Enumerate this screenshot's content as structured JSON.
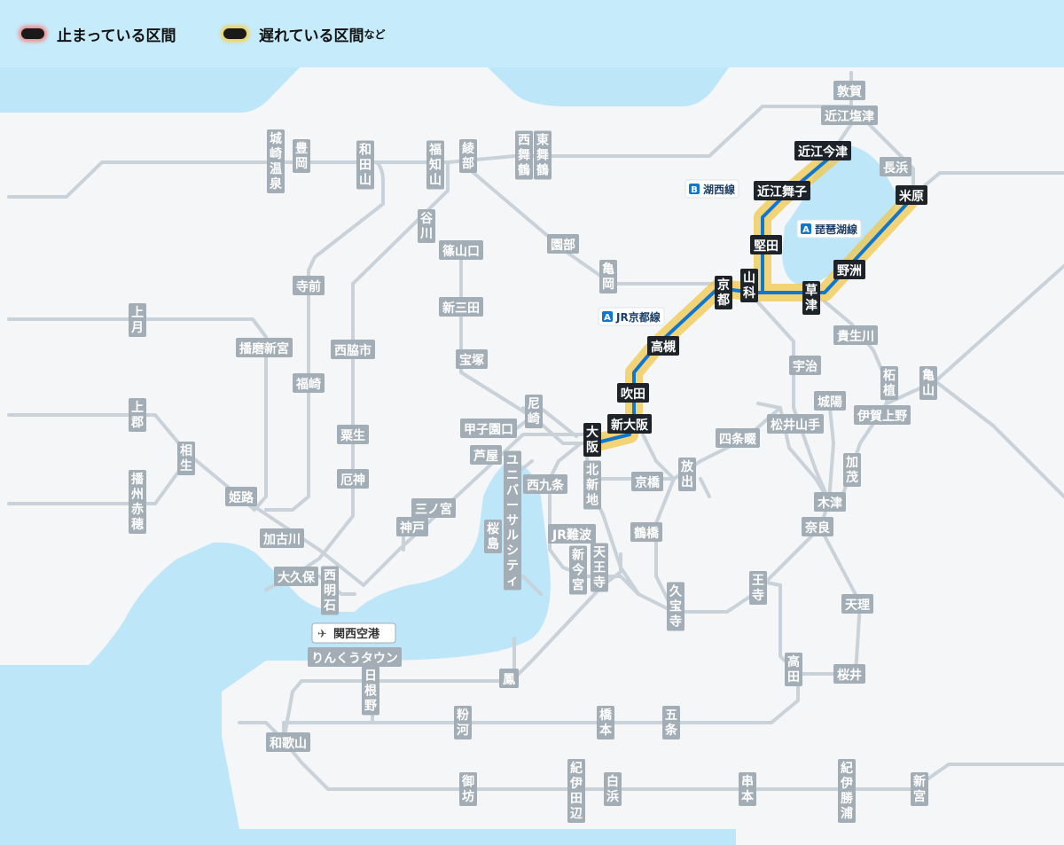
{
  "legend": {
    "stopped_label": "止まっている区間",
    "delayed_label": "遅れている区間",
    "delayed_suffix": "など"
  },
  "colors": {
    "sea": "#bde6f8",
    "land": "#f4f6f8",
    "track": "#c9d2d9",
    "station_box": "#a3adb5",
    "station_active": "#1d2329",
    "line_blue": "#0d77d2",
    "glow_yellow": "#f2c84b",
    "stopped_glow": "#f28a8a",
    "delayed_glow": "#f5cf49"
  },
  "line_badges": {
    "kosei": {
      "letter": "B",
      "name": "湖西線"
    },
    "biwako": {
      "letter": "A",
      "name": "琵琶湖線"
    },
    "kyoto": {
      "letter": "A",
      "name": "JR京都線"
    }
  },
  "airport": {
    "icon": "airplane-icon",
    "label": "関西空港"
  },
  "stations": [
    {
      "id": "tsuruga",
      "name": "敦賀",
      "vertical": false,
      "active": false
    },
    {
      "id": "omi-shiotsu",
      "name": "近江塩津",
      "vertical": false,
      "active": false
    },
    {
      "id": "omi-imazu",
      "name": "近江今津",
      "vertical": false,
      "active": true
    },
    {
      "id": "nagahama",
      "name": "長浜",
      "vertical": false,
      "active": false
    },
    {
      "id": "omi-maiko",
      "name": "近江舞子",
      "vertical": false,
      "active": true
    },
    {
      "id": "maibara",
      "name": "米原",
      "vertical": false,
      "active": true
    },
    {
      "id": "katata",
      "name": "堅田",
      "vertical": false,
      "active": true
    },
    {
      "id": "yasu",
      "name": "野洲",
      "vertical": false,
      "active": true
    },
    {
      "id": "yamashina",
      "name": "山科",
      "vertical": true,
      "active": true
    },
    {
      "id": "kyoto",
      "name": "京都",
      "vertical": true,
      "active": true
    },
    {
      "id": "kusatsu",
      "name": "草津",
      "vertical": true,
      "active": true
    },
    {
      "id": "takatsuki",
      "name": "高槻",
      "vertical": false,
      "active": true
    },
    {
      "id": "suita",
      "name": "吹田",
      "vertical": false,
      "active": true
    },
    {
      "id": "shin-osaka",
      "name": "新大阪",
      "vertical": false,
      "active": true
    },
    {
      "id": "osaka",
      "name": "大阪",
      "vertical": true,
      "active": true
    },
    {
      "id": "kinosaki",
      "name": "城崎温泉",
      "vertical": true,
      "active": false
    },
    {
      "id": "toyooka",
      "name": "豊岡",
      "vertical": true,
      "active": false
    },
    {
      "id": "wadayama",
      "name": "和田山",
      "vertical": true,
      "active": false
    },
    {
      "id": "fukuchiyama",
      "name": "福知山",
      "vertical": true,
      "active": false
    },
    {
      "id": "ayabe",
      "name": "綾部",
      "vertical": true,
      "active": false
    },
    {
      "id": "nishi-maizuru",
      "name": "西舞鶴",
      "vertical": true,
      "active": false
    },
    {
      "id": "higashi-maizuru",
      "name": "東舞鶴",
      "vertical": true,
      "active": false
    },
    {
      "id": "tanigawa",
      "name": "谷川",
      "vertical": true,
      "active": false
    },
    {
      "id": "sasayamaguchi",
      "name": "篠山口",
      "vertical": false,
      "active": false
    },
    {
      "id": "sonobe",
      "name": "園部",
      "vertical": false,
      "active": false
    },
    {
      "id": "kameoka",
      "name": "亀岡",
      "vertical": true,
      "active": false
    },
    {
      "id": "teramae",
      "name": "寺前",
      "vertical": false,
      "active": false
    },
    {
      "id": "kamigori",
      "name": "上月",
      "vertical": true,
      "active": false
    },
    {
      "id": "harima-shingu",
      "name": "播磨新宮",
      "vertical": false,
      "active": false
    },
    {
      "id": "nishiwakishi",
      "name": "西脇市",
      "vertical": false,
      "active": false
    },
    {
      "id": "shin-sanda",
      "name": "新三田",
      "vertical": false,
      "active": false
    },
    {
      "id": "takarazuka",
      "name": "宝塚",
      "vertical": false,
      "active": false
    },
    {
      "id": "fukusaki",
      "name": "福崎",
      "vertical": false,
      "active": false
    },
    {
      "id": "kamigori2",
      "name": "上郡",
      "vertical": true,
      "active": false
    },
    {
      "id": "aioi",
      "name": "相生",
      "vertical": true,
      "active": false
    },
    {
      "id": "banshu-ako",
      "name": "播州赤穂",
      "vertical": true,
      "active": false
    },
    {
      "id": "himeji",
      "name": "姫路",
      "vertical": false,
      "active": false
    },
    {
      "id": "awaga",
      "name": "粟生",
      "vertical": false,
      "active": false
    },
    {
      "id": "yakujin",
      "name": "厄神",
      "vertical": false,
      "active": false
    },
    {
      "id": "kakogawa",
      "name": "加古川",
      "vertical": false,
      "active": false
    },
    {
      "id": "okubo",
      "name": "大久保",
      "vertical": false,
      "active": false
    },
    {
      "id": "nishi-akashi",
      "name": "西明石",
      "vertical": true,
      "active": false
    },
    {
      "id": "kobe",
      "name": "神戸",
      "vertical": false,
      "active": false
    },
    {
      "id": "sannomiya",
      "name": "三ノ宮",
      "vertical": false,
      "active": false
    },
    {
      "id": "ashiya",
      "name": "芦屋",
      "vertical": false,
      "active": false
    },
    {
      "id": "koshienguchi",
      "name": "甲子園口",
      "vertical": false,
      "active": false
    },
    {
      "id": "amagasaki",
      "name": "尼崎",
      "vertical": true,
      "active": false
    },
    {
      "id": "universal",
      "name": "ユニバーサルシティ",
      "vertical": true,
      "active": false
    },
    {
      "id": "sakurajima",
      "name": "桜島",
      "vertical": true,
      "active": false
    },
    {
      "id": "nishikujo",
      "name": "西九条",
      "vertical": false,
      "active": false
    },
    {
      "id": "kitashinchi",
      "name": "北新地",
      "vertical": true,
      "active": false
    },
    {
      "id": "kyobashi",
      "name": "京橋",
      "vertical": false,
      "active": false
    },
    {
      "id": "hanaten",
      "name": "放出",
      "vertical": true,
      "active": false
    },
    {
      "id": "shijonawate",
      "name": "四条畷",
      "vertical": false,
      "active": false
    },
    {
      "id": "matsuiyamate",
      "name": "松井山手",
      "vertical": false,
      "active": false
    },
    {
      "id": "uji",
      "name": "宇治",
      "vertical": false,
      "active": false
    },
    {
      "id": "joyo",
      "name": "城陽",
      "vertical": false,
      "active": false
    },
    {
      "id": "kizu",
      "name": "木津",
      "vertical": false,
      "active": false
    },
    {
      "id": "nara",
      "name": "奈良",
      "vertical": false,
      "active": false
    },
    {
      "id": "kamo",
      "name": "加茂",
      "vertical": true,
      "active": false
    },
    {
      "id": "iga-ueno",
      "name": "伊賀上野",
      "vertical": false,
      "active": false
    },
    {
      "id": "tsuge",
      "name": "柘植",
      "vertical": true,
      "active": false
    },
    {
      "id": "kameyama",
      "name": "亀山",
      "vertical": true,
      "active": false
    },
    {
      "id": "kibukawa",
      "name": "貴生川",
      "vertical": false,
      "active": false
    },
    {
      "id": "jr-namba",
      "name": "JR難波",
      "vertical": false,
      "active": false
    },
    {
      "id": "shin-imamiya",
      "name": "新今宮",
      "vertical": true,
      "active": false
    },
    {
      "id": "tennoji",
      "name": "天王寺",
      "vertical": true,
      "active": false
    },
    {
      "id": "tsuruhashi",
      "name": "鶴橋",
      "vertical": false,
      "active": false
    },
    {
      "id": "kyuhoji",
      "name": "久宝寺",
      "vertical": true,
      "active": false
    },
    {
      "id": "oji",
      "name": "王寺",
      "vertical": true,
      "active": false
    },
    {
      "id": "tenri",
      "name": "天理",
      "vertical": false,
      "active": false
    },
    {
      "id": "takada",
      "name": "高田",
      "vertical": true,
      "active": false
    },
    {
      "id": "sakurai",
      "name": "桜井",
      "vertical": false,
      "active": false
    },
    {
      "id": "otori",
      "name": "鳳",
      "vertical": false,
      "active": false
    },
    {
      "id": "rinku-town",
      "name": "りんくうタウン",
      "vertical": false,
      "active": false
    },
    {
      "id": "hineno",
      "name": "日根野",
      "vertical": true,
      "active": false
    },
    {
      "id": "kokawa",
      "name": "粉河",
      "vertical": true,
      "active": false
    },
    {
      "id": "hashimoto",
      "name": "橋本",
      "vertical": true,
      "active": false
    },
    {
      "id": "gojo",
      "name": "五条",
      "vertical": true,
      "active": false
    },
    {
      "id": "wakayama",
      "name": "和歌山",
      "vertical": false,
      "active": false
    },
    {
      "id": "gobo",
      "name": "御坊",
      "vertical": true,
      "active": false
    },
    {
      "id": "kii-tanabe",
      "name": "紀伊田辺",
      "vertical": true,
      "active": false
    },
    {
      "id": "shirahama",
      "name": "白浜",
      "vertical": true,
      "active": false
    },
    {
      "id": "kushimoto",
      "name": "串本",
      "vertical": true,
      "active": false
    },
    {
      "id": "kii-katsuura",
      "name": "紀伊勝浦",
      "vertical": true,
      "active": false
    },
    {
      "id": "shingu",
      "name": "新宮",
      "vertical": true,
      "active": false
    }
  ]
}
